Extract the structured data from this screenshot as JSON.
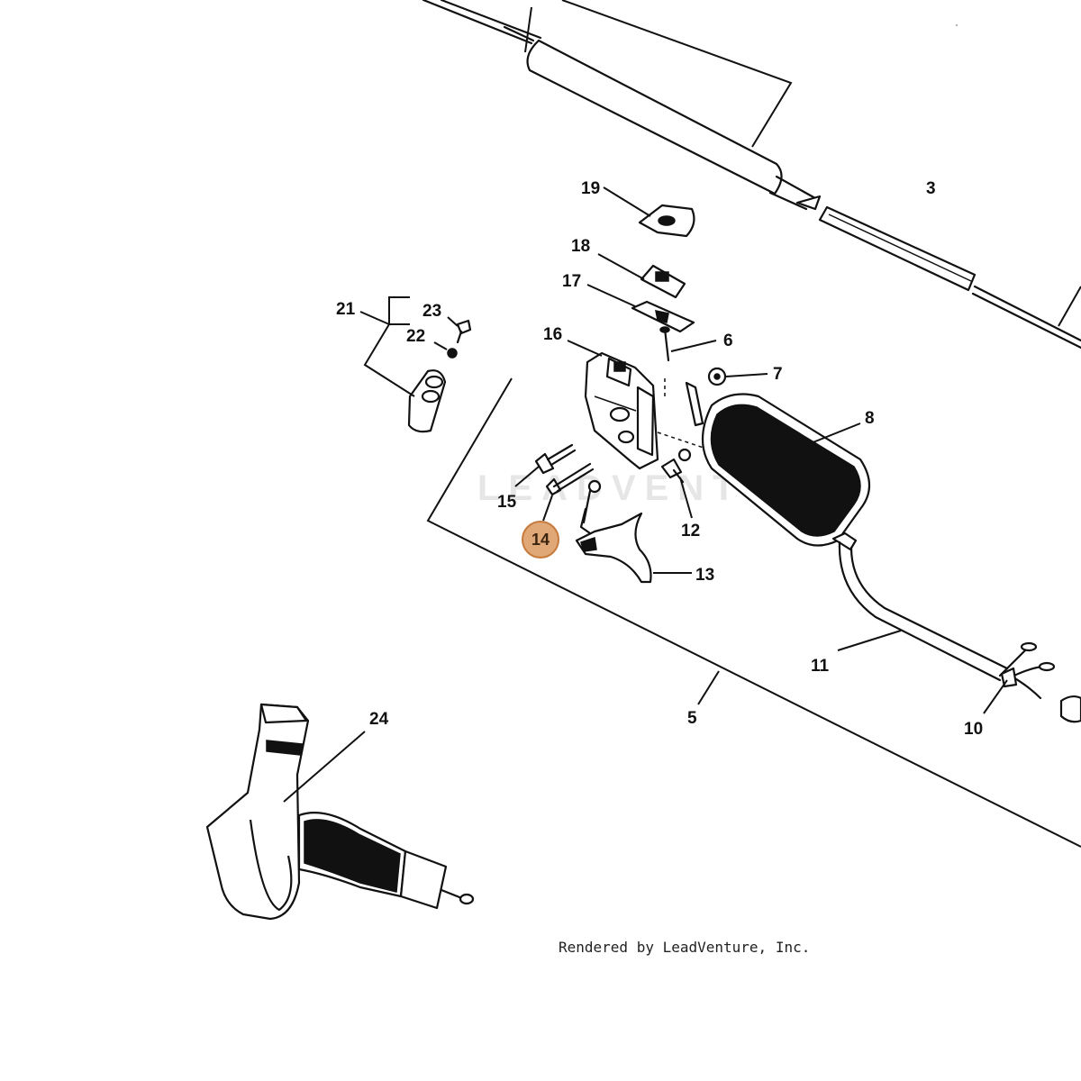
{
  "watermark": "LEADVENTURE",
  "credit": "Rendered by LeadVenture, Inc.",
  "highlight_color": "#e0a877",
  "highlight_stroke": "#c77a3c",
  "selected_part": "14",
  "callouts": {
    "c3": "3",
    "c5": "5",
    "c6": "6",
    "c7": "7",
    "c8": "8",
    "c10": "10",
    "c11": "11",
    "c12": "12",
    "c13": "13",
    "c14": "14",
    "c15": "15",
    "c16": "16",
    "c17": "17",
    "c18": "18",
    "c19": "19",
    "c21": "21",
    "c22": "22",
    "c23": "23",
    "c24": "24"
  }
}
